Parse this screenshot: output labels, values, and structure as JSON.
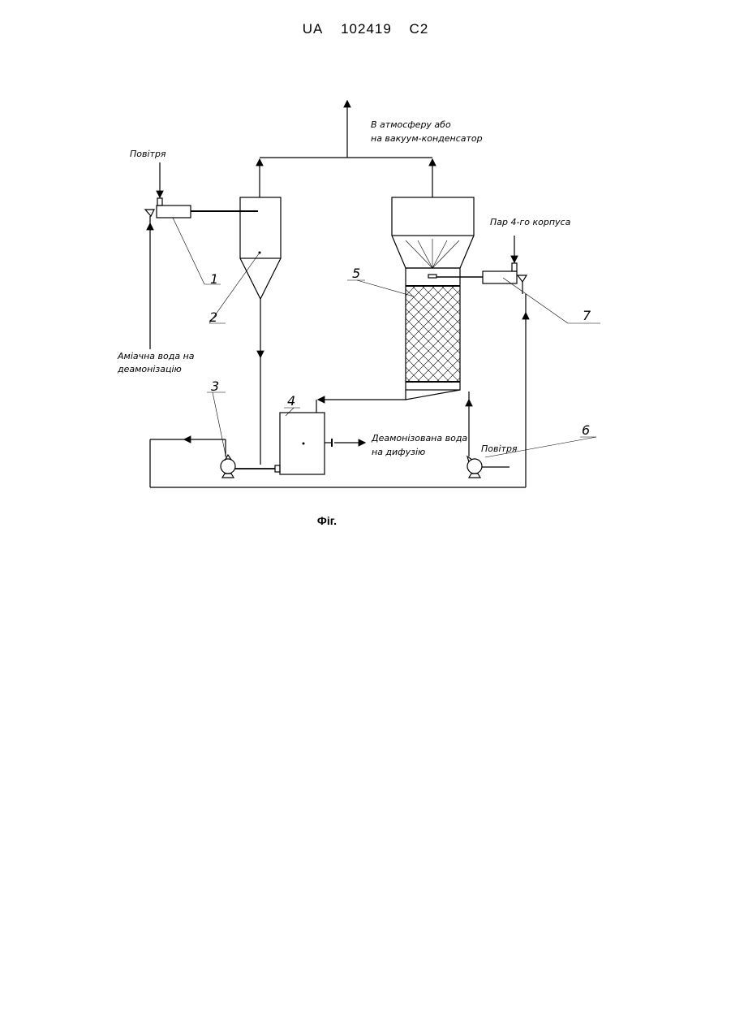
{
  "header": {
    "country": "UA",
    "number": "102419",
    "kind": "C2"
  },
  "figure_caption": "Фіг.",
  "labels": {
    "to_atmosphere_line1": "В атмосферу або",
    "to_atmosphere_line2": "на вакуум-конденсатор",
    "air_left": "Повітря",
    "steam_4th_body": "Пар 4-го корпуса",
    "ammonia_water_line1": "Аміачна вода на",
    "ammonia_water_line2": "деамонізацію",
    "deammonized_water_line1": "Деамонізована вода",
    "deammonized_water_line2": "на дифузію",
    "air_right": "Повітря"
  },
  "numbers": [
    "1",
    "2",
    "3",
    "4",
    "5",
    "6",
    "7"
  ]
}
